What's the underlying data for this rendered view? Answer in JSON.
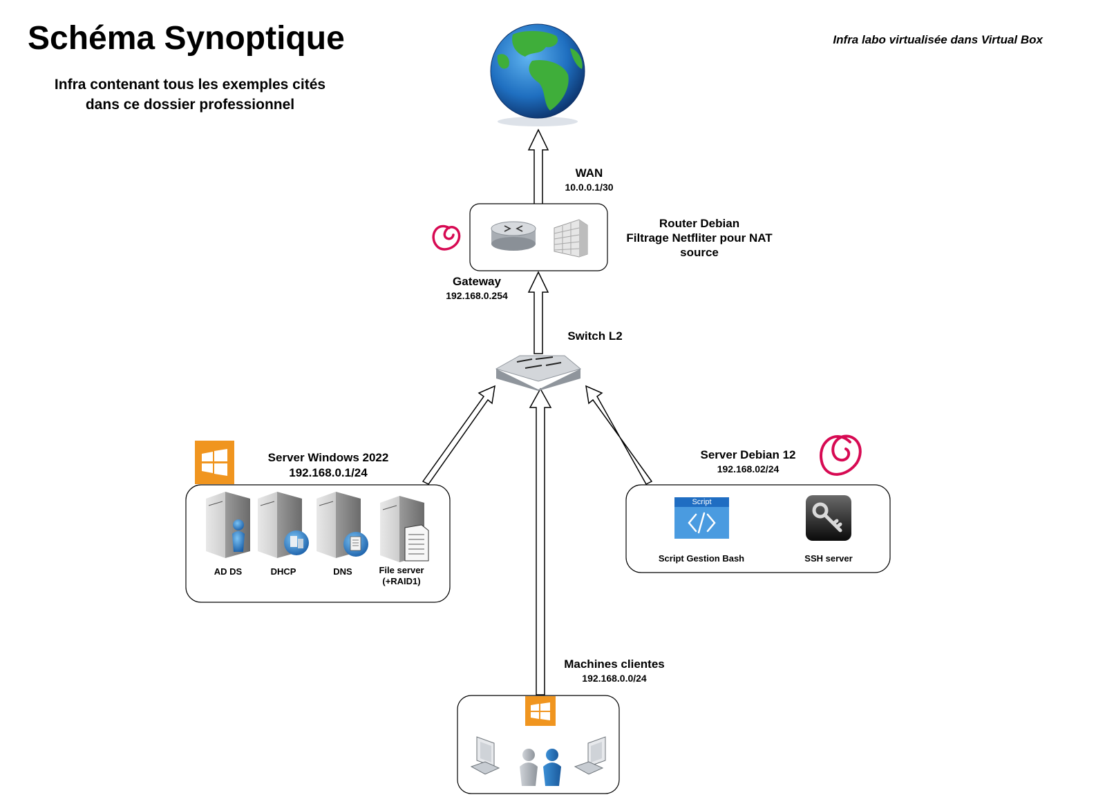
{
  "header": {
    "title": "Schéma Synoptique",
    "subtitle_line1": "Infra contenant tous les exemples cités",
    "subtitle_line2": "dans ce dossier professionnel",
    "note": "Infra labo virtualisée dans Virtual Box"
  },
  "wan": {
    "label": "WAN",
    "ip": "10.0.0.1/30"
  },
  "router": {
    "line1": "Router Debian",
    "line2": "Filtrage Netfliter pour NAT",
    "line3": "source",
    "gateway_label": "Gateway",
    "gateway_ip": "192.168.0.254"
  },
  "switch": {
    "label": "Switch L2"
  },
  "windows_server": {
    "name": "Server Windows 2022",
    "ip": "192.168.0.1/24",
    "roles": [
      "AD DS",
      "DHCP",
      "DNS",
      "File server",
      "(+RAID1)"
    ]
  },
  "debian_server": {
    "name": "Server Debian 12",
    "ip": "192.168.02/24",
    "script_badge": "Script",
    "services": [
      "Script Gestion Bash",
      "SSH server"
    ]
  },
  "clients": {
    "name": "Machines clientes",
    "ip": "192.168.0.0/24"
  },
  "colors": {
    "windows_orange": "#f0951f",
    "debian_red": "#d70a53",
    "script_blue": "#4a9be0"
  },
  "icons": [
    "globe-icon",
    "router-icon",
    "firewall-icon",
    "debian-logo",
    "switch-icon",
    "windows-logo",
    "server-icon",
    "script-icon",
    "ssh-key-icon",
    "monitor-icon",
    "user-icon"
  ]
}
